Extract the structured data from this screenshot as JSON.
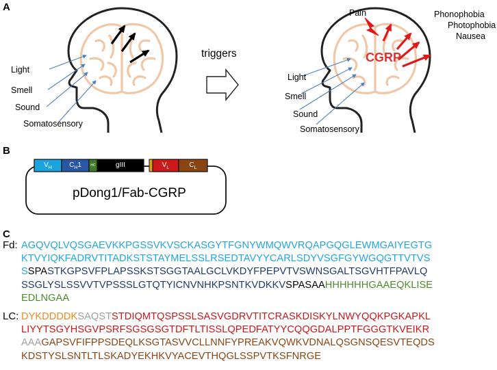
{
  "panels": {
    "a": "A",
    "b": "B",
    "c": "C"
  },
  "panelA": {
    "triggers_label": "triggers",
    "left_inputs": [
      "Light",
      "Smell",
      "Sound",
      "Somatosensory"
    ],
    "right_inputs": [
      "Light",
      "Smell",
      "Sound",
      "Somatosensory"
    ],
    "cgrp": "CGRP",
    "pain": "Pain",
    "symptoms": [
      "Phonophobia",
      "Photophobia",
      "Nausea"
    ]
  },
  "panelB": {
    "plasmid_name": "pDong1/Fab-CGRP",
    "segments": [
      {
        "label": "V",
        "sub": "H",
        "color": "#1aa3dc"
      },
      {
        "label": "C",
        "sub": "H",
        "post": "1",
        "color": "#2857a4"
      },
      {
        "label": "HC",
        "color": "#3f7a2a"
      },
      {
        "label": "gIII",
        "color": "#000000"
      },
      {
        "label": "",
        "color": "#e0a020"
      },
      {
        "label": "V",
        "sub": "L",
        "color": "#cc1a1a"
      },
      {
        "label": "C",
        "sub": "L",
        "color": "#8b4513"
      }
    ]
  },
  "panelC": {
    "fd_label": "Fd:",
    "lc_label": "LC:",
    "colors": {
      "vh": "#22a6de",
      "ch1": "#1f3a6e",
      "linker": "#000000",
      "tag": "#4e8a2c",
      "flag": "#e88a22",
      "gray": "#a0a0a0",
      "vl": "#c81818",
      "cl": "#8b4513"
    },
    "fd_lines": [
      [
        {
          "t": "AGQVQLVQSGAEVKKPGSSVKVSCKASGYTFGNYWMQWVRQAPGQGLEWMGAIYEGTG",
          "c": "vh"
        }
      ],
      [
        {
          "t": "KTVYIQKFADRVTITADKSTSTAYMELSSLRSEDTAVYYCARLSDYVSGFGYWGQGTTVTVS",
          "c": "vh"
        }
      ],
      [
        {
          "t": "S",
          "c": "vh"
        },
        {
          "t": "SPA",
          "c": "linker"
        },
        {
          "t": "STKGPSVFPLAPSSKSTSGGTAALGCLVKDYFPEPVTVSWNSGALTSGVHTFPAVLQ",
          "c": "ch1"
        }
      ],
      [
        {
          "t": "SSGLYSLSSVVTVPSSSLGTQTYICNVNHKPSNTKVDKKV",
          "c": "ch1"
        },
        {
          "t": "SPASAA",
          "c": "linker"
        },
        {
          "t": "HHHHHHGAAEQKLISE",
          "c": "tag"
        }
      ],
      [
        {
          "t": "EDLNGAA",
          "c": "tag"
        }
      ]
    ],
    "lc_lines": [
      [
        {
          "t": "DYKDDDDK",
          "c": "flag"
        },
        {
          "t": "SAQST",
          "c": "gray"
        },
        {
          "t": "STDIQMTQSPSSLSASVGDRVTITCRASKDISKYLNWYQQKPGKAPKL",
          "c": "vl"
        }
      ],
      [
        {
          "t": "LIYYTSGYHSGVPSRFSGSGSGTDFTLTISSLQPEDFATYYCQQGDALPPTFGGGTKVEIKR",
          "c": "vl"
        }
      ],
      [
        {
          "t": "AAA",
          "c": "gray"
        },
        {
          "t": "GAPSVFIFPPSDEQLKSGTASVVCLLNNFYPREAKVQWKVDNALQSGNSQESVTEQDS",
          "c": "cl"
        }
      ],
      [
        {
          "t": "KDSTYSLSNTLTLSKADYEKHKVYACEVTHQGLSSPVTKSFNRGE",
          "c": "cl"
        }
      ]
    ]
  }
}
